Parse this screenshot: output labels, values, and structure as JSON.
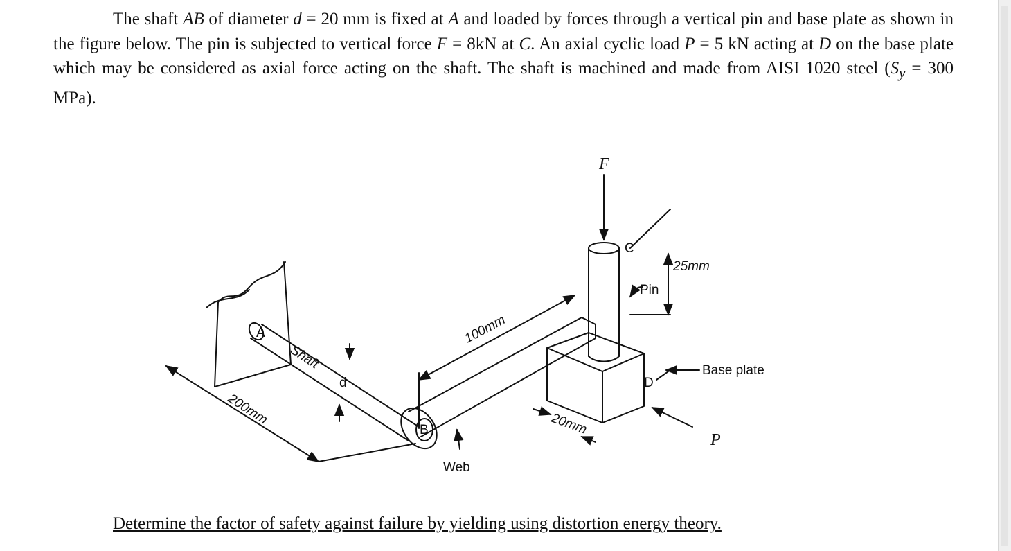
{
  "problem": {
    "intro": "The shaft ",
    "shaft_name": "AB",
    "mid1": " of diameter ",
    "d_sym": "d",
    "mid2": " = 20 mm is fixed at ",
    "fixed_pt": "A",
    "mid3": " and loaded by forces through a vertical pin and base plate as shown in the figure below. The pin is subjected to vertical force ",
    "f_sym": "F",
    "mid4": " = 8kN at ",
    "c_pt": "C",
    "mid5": ". An axial cyclic load ",
    "p_sym": "P",
    "mid6": " = 5 kN acting at ",
    "d_pt": "D",
    "mid7": " on the base plate which may be considered as axial force acting on the shaft. The shaft is machined and made from AISI 1020 steel (",
    "sy_sym": "S",
    "sy_sub": "y",
    "mid8": " = 300 MPa)."
  },
  "figure": {
    "labels": {
      "force_f": "F",
      "point_c": "C",
      "pin": "Pin",
      "dim_25": "25mm",
      "dim_100": "100mm",
      "point_a": "A",
      "shaft": "Shaft",
      "diam_d": "d",
      "dim_200": "200mm",
      "point_b": "B",
      "web": "Web",
      "dim_20": "20mm",
      "point_d": "D",
      "base_plate": "Base plate",
      "force_p": "P"
    }
  },
  "question": "Determine the factor of safety against failure by yielding using distortion energy theory."
}
